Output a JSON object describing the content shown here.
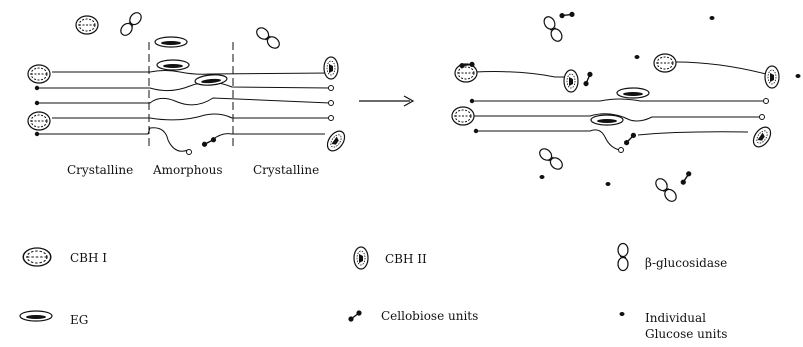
{
  "region_labels": {
    "crystalline_left": "Crystalline",
    "amorphous": "Amorphous",
    "crystalline_right": "Crystalline"
  },
  "legend": {
    "cbh1": "CBH I",
    "cbh2": "CBH II",
    "bglu": "β-glucosidase",
    "eg": "EG",
    "cellobiose": "Cellobiose units",
    "glucose_line1": "Individual",
    "glucose_line2": "Glucose units"
  }
}
